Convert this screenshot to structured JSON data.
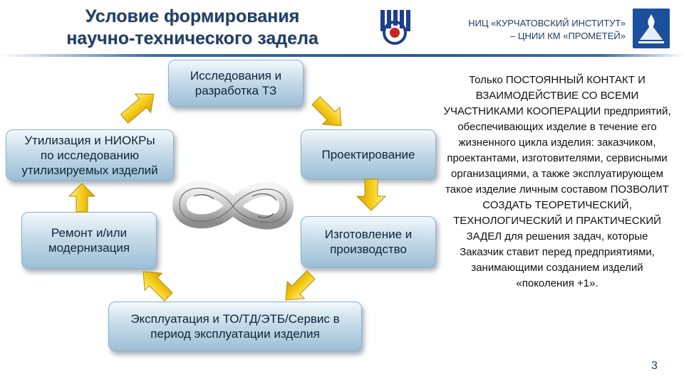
{
  "header": {
    "title_line1": "Условие формирования",
    "title_line2": "научно-технического задела",
    "org_line1": "НИЦ «КУРЧАТОВСКИЙ ИНСТИТУТ»",
    "org_line2": "– ЦНИИ КМ «ПРОМЕТЕЙ»"
  },
  "cycle": {
    "research": [
      "Исследования и",
      "разработка ТЗ"
    ],
    "design": [
      "Проектирование"
    ],
    "manufacturing": [
      "Изготовление и",
      "производство"
    ],
    "operation": [
      "Эксплуатация и ТО/ТД/ЭТБ/Сервис в",
      "период эксплуатации изделия"
    ],
    "repair": [
      "Ремонт и/или",
      "модернизация"
    ],
    "utilization": [
      "Утилизация и НИОКРы",
      "по исследованию",
      "утилизируемых изделий"
    ]
  },
  "description": "Только ПОСТОЯННЫЙ КОНТАКТ И ВЗАИМОДЕЙСТВИЕ СО ВСЕМИ УЧАСТНИКАМИ КООПЕРАЦИИ предприятий, обеспечивающих изделие в течение его жизненного цикла изделия: заказчиком, проектантами, изготовителями, сервисными организациями, а также эксплуатирующем такое изделие личным составом ПОЗВОЛИТ СОЗДАТЬ ТЕОРЕТИЧЕСКИЙ, ТЕХНОЛОГИЧЕСКИЙ И ПРАКТИЧЕСКИЙ ЗАДЕЛ для решения задач, которые Заказчик ставит перед предприятиями, занимающими созданием изделий «поколения +1».",
  "page_number": "3",
  "colors": {
    "title": "#1f3f66",
    "arrow": "#f2c40c",
    "node_top": "#f2f8fc",
    "node_bottom": "#9cbfd6"
  },
  "icons": [
    "kurchatov-logo-icon",
    "prometey-logo-icon",
    "infinity-strip-icon",
    "arrow-icon"
  ]
}
